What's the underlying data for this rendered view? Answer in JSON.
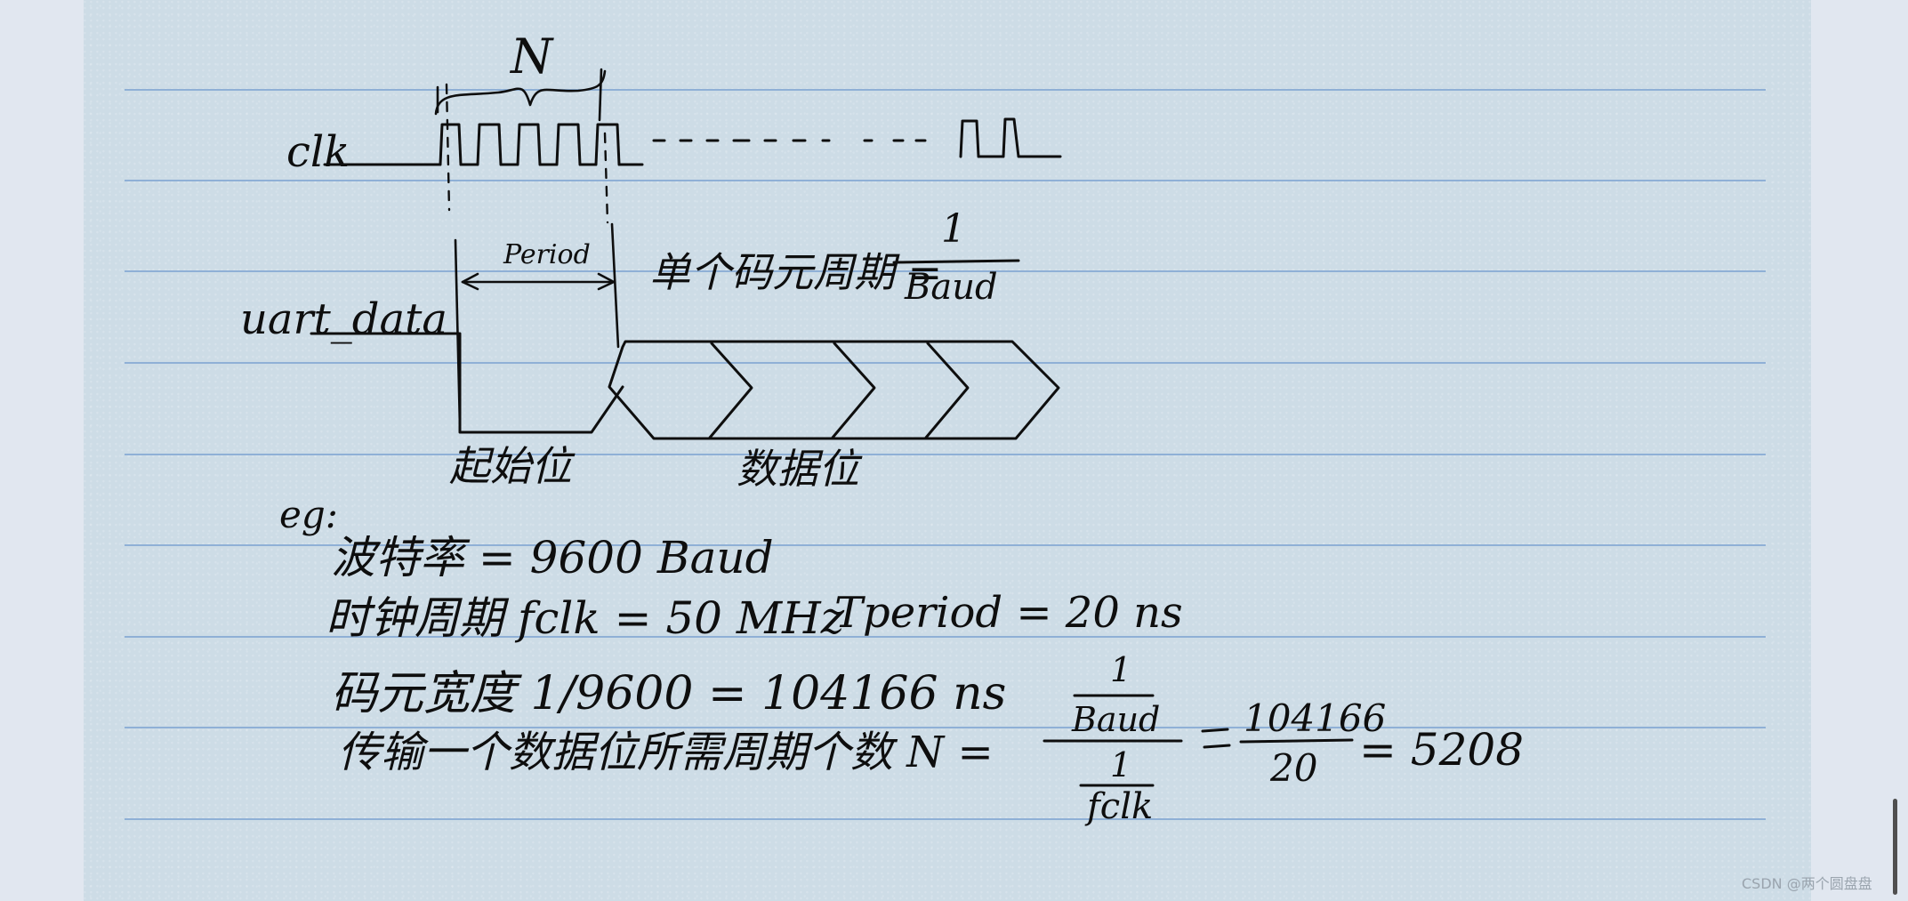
{
  "diagram": {
    "clock": {
      "signal_label": "clk",
      "cycles_label": "N"
    },
    "uart": {
      "signal_label": "uart_data",
      "period_label": "Period",
      "single_bit_period_label": "单个码元周期 =",
      "formula_numerator": "1",
      "formula_denominator": "Baud",
      "start_bit_label": "起始位",
      "data_bits_label": "数据位"
    }
  },
  "example": {
    "heading": "eg:",
    "baud_rate": "波特率 = 9600 Baud",
    "clock": "时钟周期 fclk = 50 MHz",
    "t_period": "Tperiod = 20 ns",
    "bit_width": "码元宽度 1/9600 = 104166 ns",
    "cycles_label": "传输一个数据位所需周期个数 N =",
    "fraction_top_num": "1",
    "fraction_top_den": "Baud",
    "fraction_bottom_num": "1",
    "fraction_bottom_den": "fclk",
    "ratio_numerator": "104166",
    "ratio_denominator": "20",
    "result": "= 5208"
  },
  "footer": {
    "watermark": "CSDN @两个圆盘盘"
  }
}
